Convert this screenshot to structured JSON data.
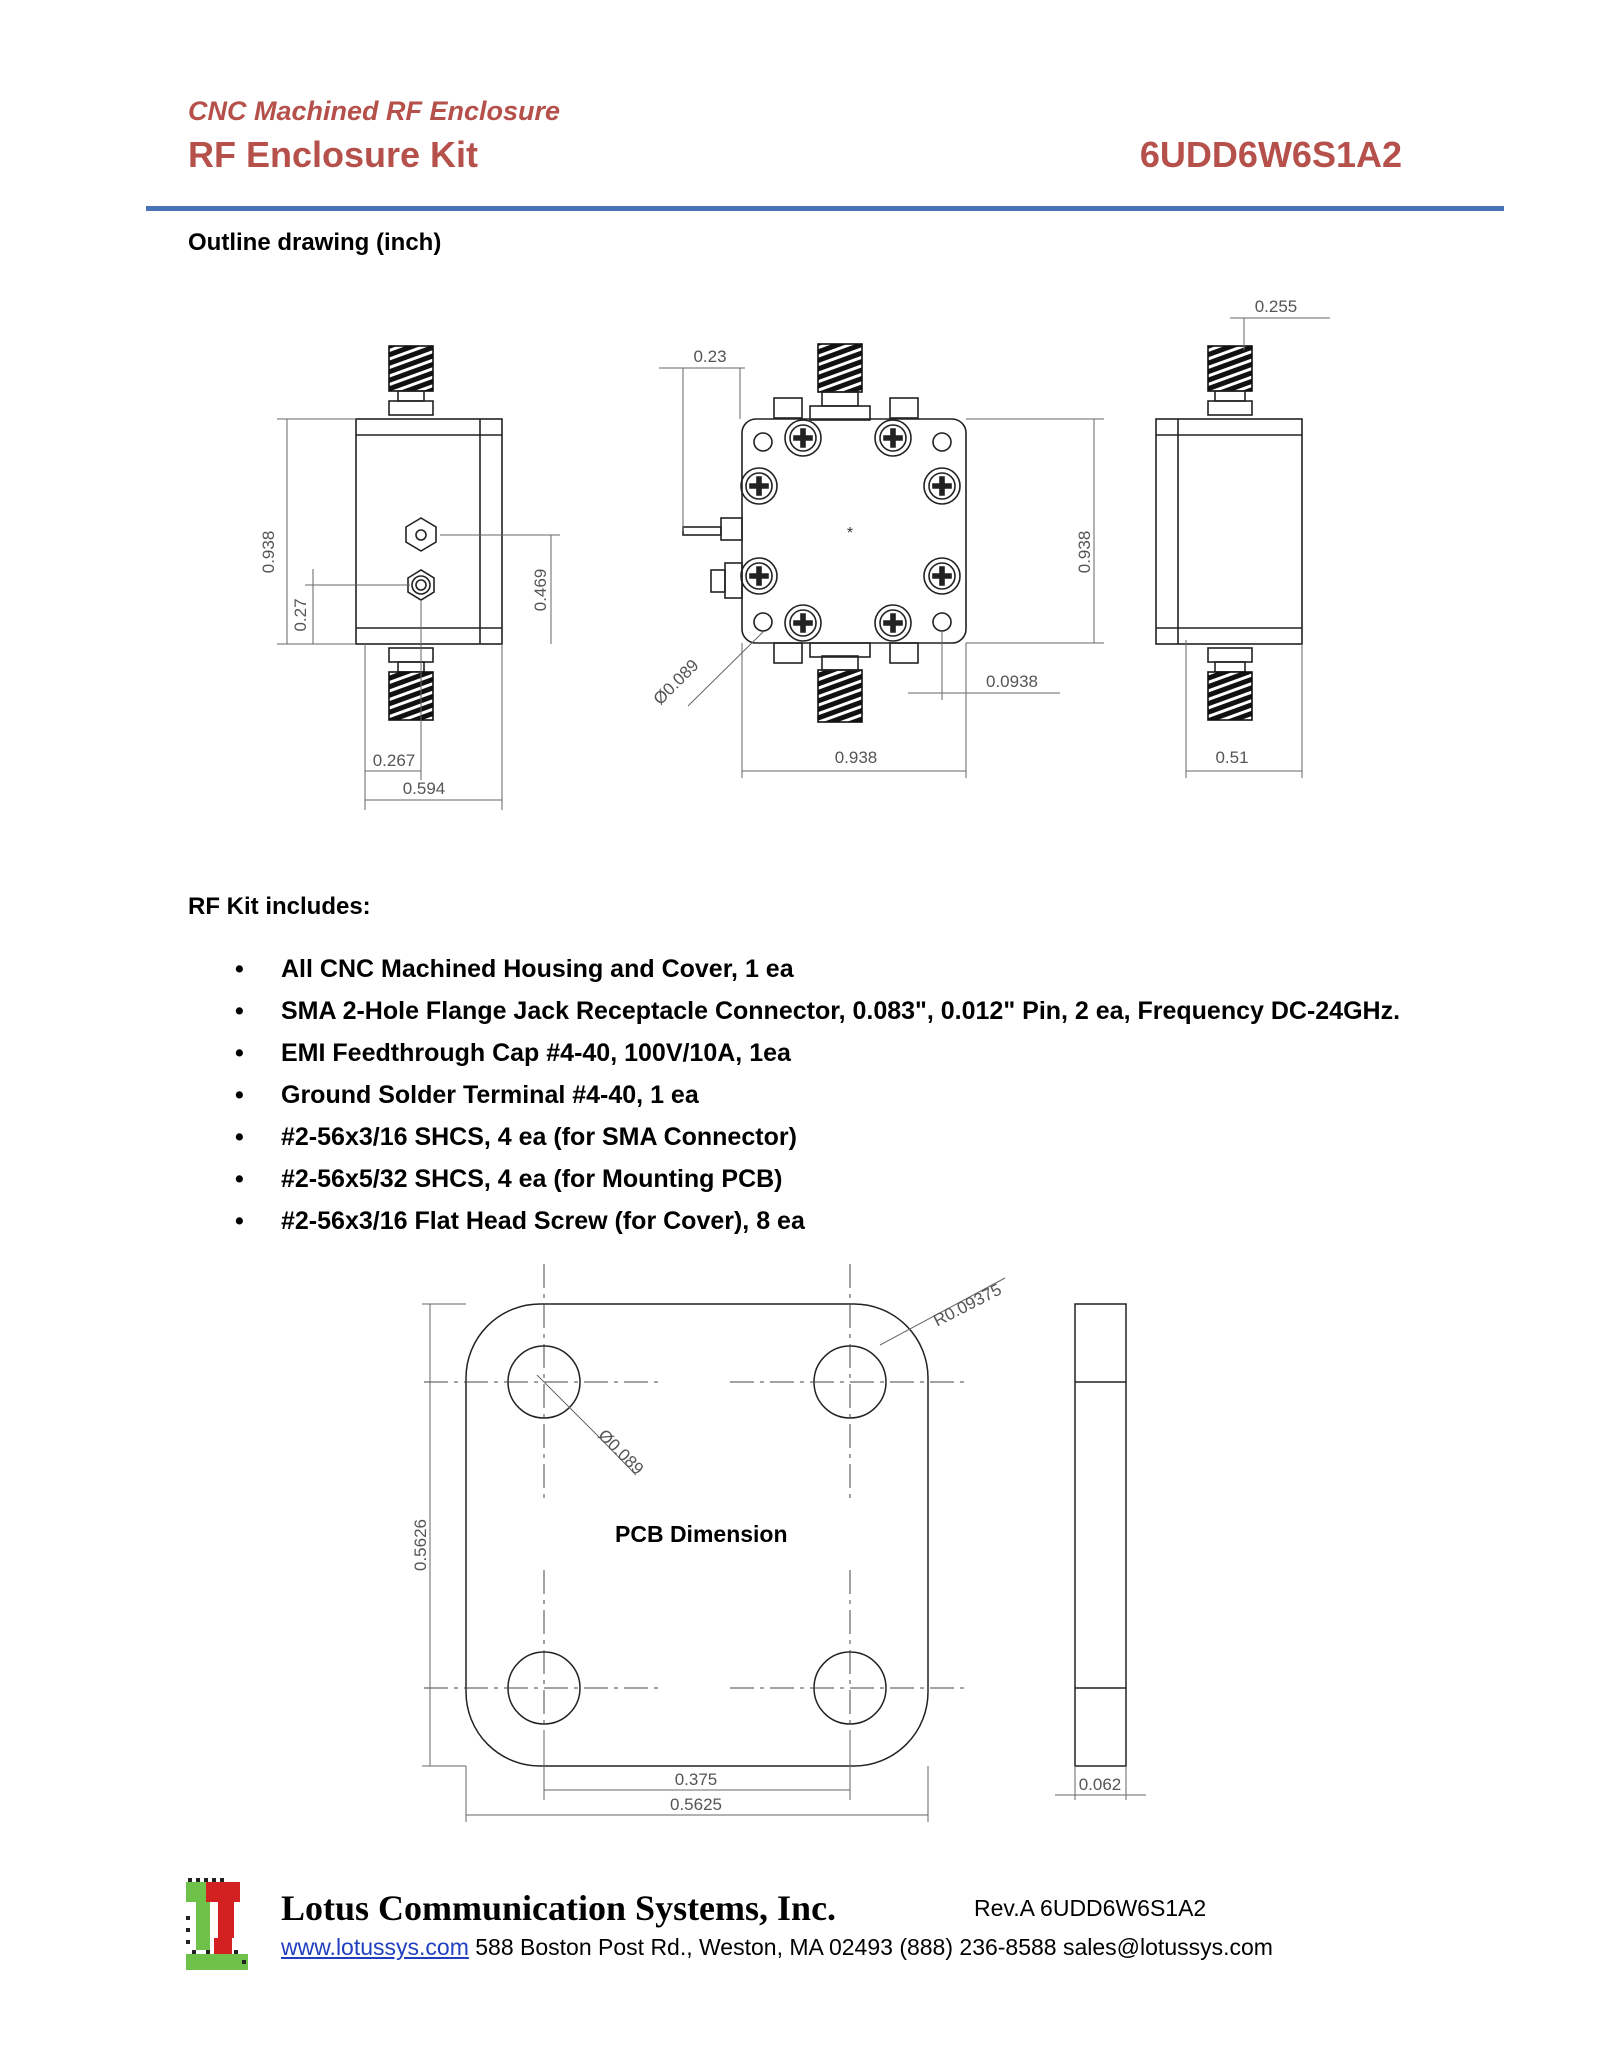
{
  "header": {
    "subtitle": "CNC Machined RF Enclosure",
    "title": "RF Enclosure Kit",
    "part_number": "6UDD6W6S1A2"
  },
  "outline": {
    "heading": "Outline drawing (inch)",
    "dims": {
      "front_height": "0.938",
      "front_low": "0.27",
      "front_mid": "0.469",
      "front_off": "0.267",
      "front_width": "0.594",
      "top_offset": "0.23",
      "top_height": "0.938",
      "top_hole": "Ø0.089",
      "top_pitch": "0.0938",
      "top_width": "0.938",
      "side_conn": "0.255",
      "side_width": "0.51"
    }
  },
  "kit": {
    "heading": "RF Kit includes:",
    "items": [
      "All CNC Machined Housing and Cover, 1 ea",
      "SMA 2-Hole Flange Jack Receptacle Connector, 0.083\", 0.012\" Pin, 2 ea, Frequency DC-24GHz.",
      "EMI Feedthrough Cap #4-40, 100V/10A, 1ea",
      "Ground Solder Terminal #4-40, 1 ea",
      "#2-56x3/16 SHCS, 4 ea (for SMA Connector)",
      "#2-56x5/32 SHCS, 4 ea (for Mounting PCB)",
      "#2-56x3/16 Flat Head Screw (for Cover), 8 ea"
    ]
  },
  "pcb": {
    "label": "PCB Dimension",
    "dims": {
      "radius": "R0.09375",
      "hole": "Ø0.089",
      "height": "0.5626",
      "pitch": "0.375",
      "width": "0.5625",
      "thickness": "0.062"
    }
  },
  "footer": {
    "company": "Lotus Communication Systems, Inc.",
    "rev": "Rev.A 6UDD6W6S1A2",
    "website": "www.lotussys.com",
    "address": " 588 Boston Post Rd., Weston, MA 02493 (888) 236-8588 sales@lotussys.com"
  },
  "colors": {
    "accent": "#b5504a",
    "rule": "#4a72b8",
    "link": "#1f3fbf",
    "logo_red": "#d32020",
    "logo_green": "#6ec24a"
  }
}
